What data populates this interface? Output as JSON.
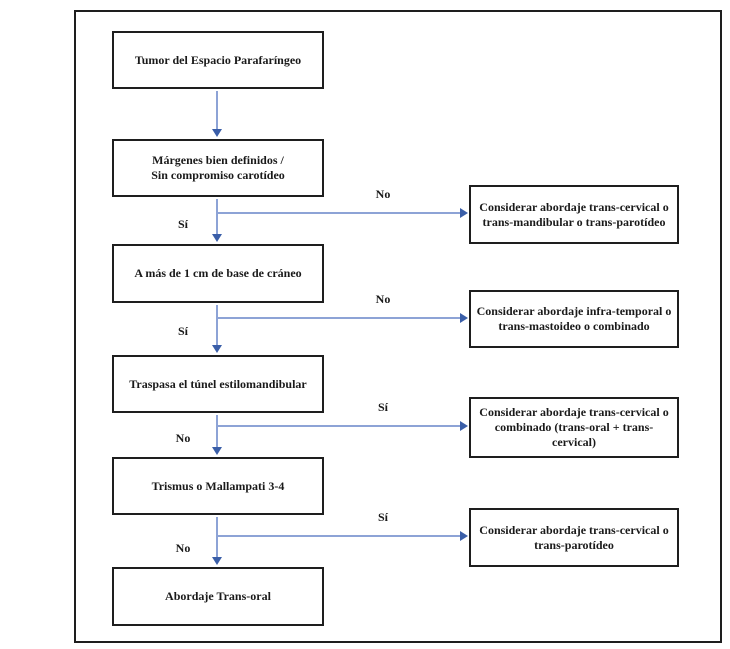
{
  "colors": {
    "background": "#ffffff",
    "frame_border": "#1e1e1e",
    "box_border": "#1e1e1e",
    "text": "#1a1a1a",
    "connector_line": "#8da3d6",
    "arrowhead": "#3a5ea8"
  },
  "flowchart": {
    "main_nodes": [
      {
        "lines": [
          "Tumor del Espacio Parafaríngeo"
        ]
      },
      {
        "lines": [
          "Márgenes bien definidos /",
          "Sin compromiso carotídeo"
        ]
      },
      {
        "lines": [
          "A más de 1 cm de base de cráneo"
        ]
      },
      {
        "lines": [
          "Traspasa el túnel estilomandibular"
        ]
      },
      {
        "lines": [
          "Trismus o Mallampati 3-4"
        ]
      },
      {
        "lines": [
          "Abordaje Trans-oral"
        ]
      }
    ],
    "outcome_nodes": [
      {
        "lines": [
          "Considerar abordaje trans-cervical o",
          "trans-mandibular o trans-parotídeo"
        ]
      },
      {
        "lines": [
          "Considerar abordaje infra-temporal o",
          "trans-mastoideo o combinado"
        ]
      },
      {
        "lines": [
          "Considerar abordaje trans-cervical o",
          "combinado (trans-oral + trans-",
          "cervical)"
        ]
      },
      {
        "lines": [
          "Considerar abordaje trans-cervical o",
          "trans-parotídeo"
        ]
      }
    ],
    "branches": [
      {
        "down_label": "Sí",
        "right_label": "No"
      },
      {
        "down_label": "Sí",
        "right_label": "No"
      },
      {
        "down_label": "No",
        "right_label": "Sí"
      },
      {
        "down_label": "No",
        "right_label": "Sí"
      }
    ]
  }
}
